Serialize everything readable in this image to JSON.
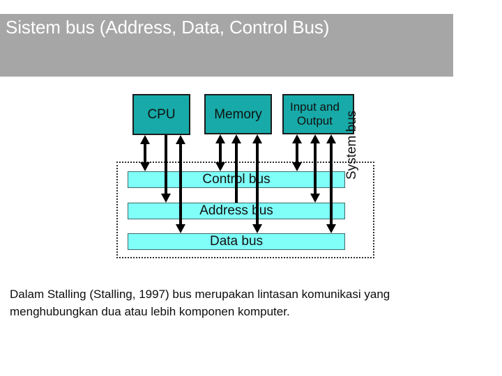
{
  "slide": {
    "title": "Sistem bus (Address, Data, Control Bus)",
    "title_bg": "#a6a6a6",
    "title_color": "#ffffff",
    "body": "Dalam Stalling (Stalling, 1997) bus merupakan lintasan komunikasi yang menghubungkan dua atau lebih komponen komputer."
  },
  "diagram": {
    "unit_fill": "#17aaa8",
    "bus_fill": "#7ffff8",
    "frame_label": "System bus",
    "units": [
      {
        "id": "cpu",
        "label": "CPU"
      },
      {
        "id": "memory",
        "label": "Memory"
      },
      {
        "id": "io",
        "label": "Input and\nOutput"
      }
    ],
    "buses": [
      {
        "id": "control",
        "label": "Control bus"
      },
      {
        "id": "address",
        "label": "Address bus"
      },
      {
        "id": "data",
        "label": "Data bus"
      }
    ],
    "connections": [
      {
        "from": "cpu",
        "to": "control",
        "direction": "bidirectional"
      },
      {
        "from": "cpu",
        "to": "address",
        "direction": "down"
      },
      {
        "from": "cpu",
        "to": "data",
        "direction": "bidirectional"
      },
      {
        "from": "memory",
        "to": "control",
        "direction": "bidirectional"
      },
      {
        "from": "memory",
        "to": "address",
        "direction": "up"
      },
      {
        "from": "memory",
        "to": "data",
        "direction": "bidirectional"
      },
      {
        "from": "io",
        "to": "control",
        "direction": "bidirectional"
      },
      {
        "from": "io",
        "to": "address",
        "direction": "bidirectional"
      },
      {
        "from": "io",
        "to": "data",
        "direction": "bidirectional"
      }
    ]
  }
}
